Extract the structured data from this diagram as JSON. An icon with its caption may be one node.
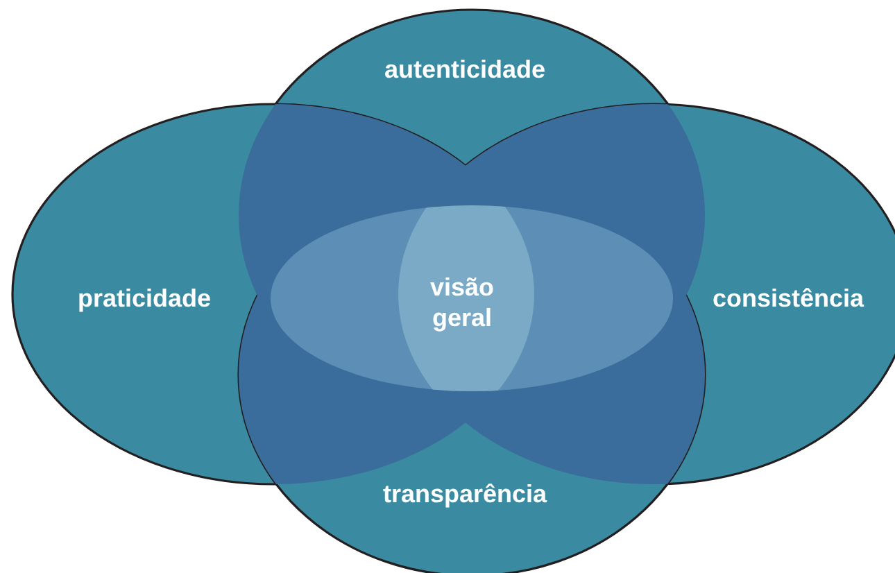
{
  "diagram": {
    "nodes": [
      {
        "text": [
          "autenticidade"
        ]
      },
      {
        "text": [
          "praticidade"
        ]
      },
      {
        "text": [
          "visão geral"
        ]
      },
      {
        "text": [
          "consistência"
        ]
      },
      {
        "text": [
          "transparência"
        ]
      }
    ]
  }
}
